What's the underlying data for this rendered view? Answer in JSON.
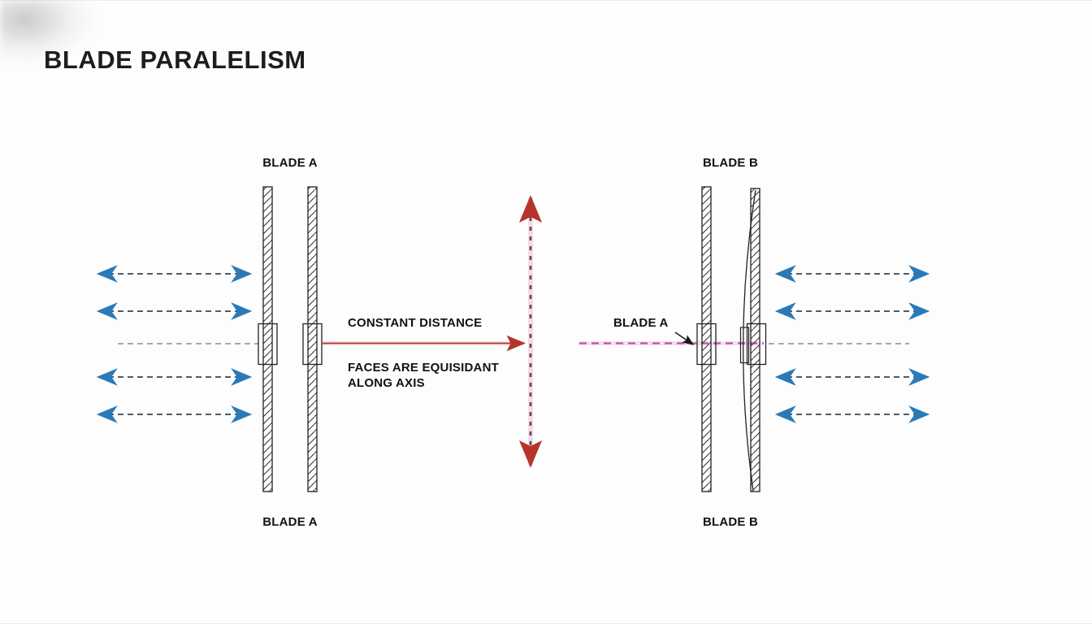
{
  "title": "BLADE PARALELISM",
  "left_diagram": {
    "top_label": "BLADE A",
    "bottom_label": "BLADE A",
    "distance_title": "CONSTANT DISTANCE",
    "distance_note_line1": "FACES ARE EQUISIDANT",
    "distance_note_line2": "ALONG AXIS"
  },
  "right_diagram": {
    "top_label": "BLADE B",
    "bottom_label": "BLADE B",
    "callout_label": "BLADE A"
  },
  "colors": {
    "blue_arrow": "#2a7ab8",
    "arrow_dash": "#4e5d69",
    "red": "#b5352b",
    "magenta": "#c4509c",
    "magenta_dark": "#6e3a52",
    "axis_gray": "#8c8c8c",
    "ink": "#1a1a1a"
  }
}
